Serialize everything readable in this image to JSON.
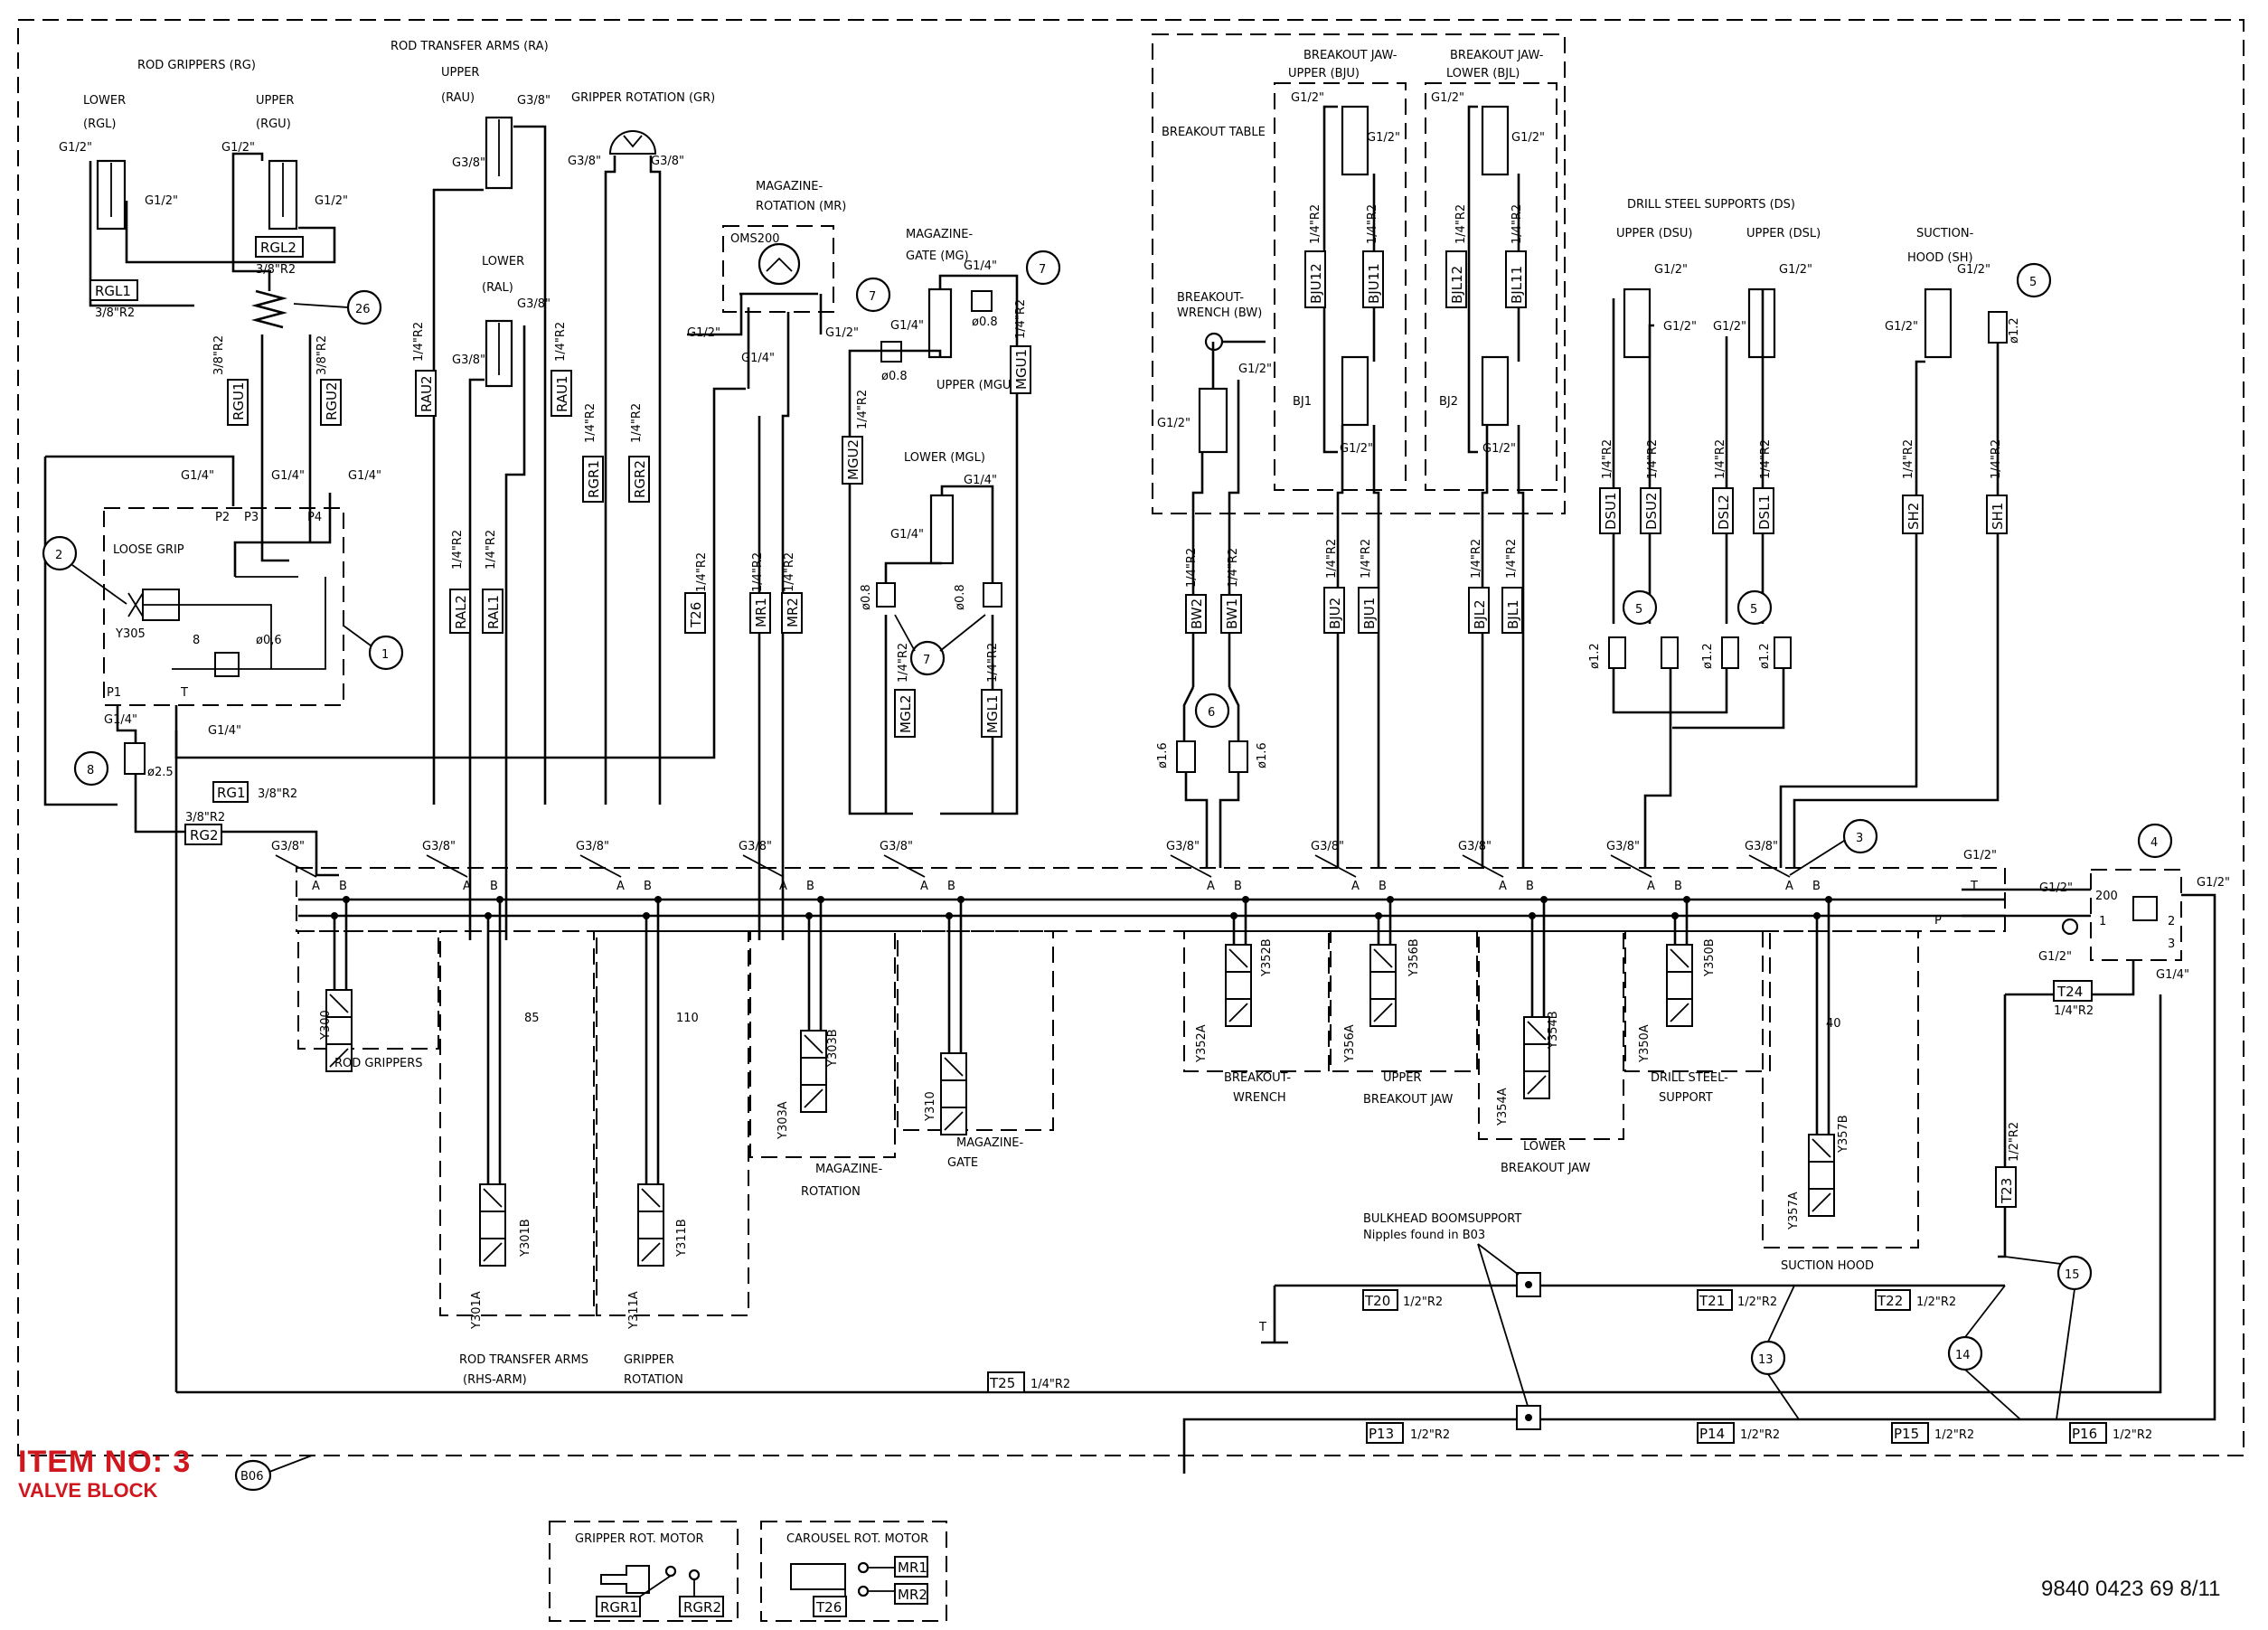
{
  "item": {
    "number": "ITEM NO: 3",
    "name": "VALVE BLOCK",
    "ref": "B06"
  },
  "document_number": "9840 0423 69 8/11",
  "sections": {
    "rod_grippers": "ROD GRIPPERS (RG)",
    "rod_gripper_lower": "LOWER",
    "rod_gripper_lower_code": "(RGL)",
    "rod_gripper_upper": "UPPER",
    "rod_gripper_upper_code": "(RGU)",
    "rod_transfer_arms": "ROD TRANSFER ARMS (RA)",
    "rta_upper": "UPPER",
    "rta_upper_code": "(RAU)",
    "rta_lower": "LOWER",
    "rta_lower_code": "(RAL)",
    "gripper_rotation": "GRIPPER ROTATION (GR)",
    "magazine_rotation_1": "MAGAZINE-",
    "magazine_rotation_2": "ROTATION (MR)",
    "magazine_gate_1": "MAGAZINE-",
    "magazine_gate_2": "GATE (MG)",
    "upper_mgu": "UPPER (MGU)",
    "lower_mgl": "LOWER (MGL)",
    "breakout_table": "BREAKOUT TABLE",
    "breakout_wrench_1": "BREAKOUT-",
    "breakout_wrench_2": "WRENCH (BW)",
    "bj_upper_1": "BREAKOUT JAW-",
    "bj_upper_2": "UPPER (BJU)",
    "bj_lower_1": "BREAKOUT JAW-",
    "bj_lower_2": "LOWER (BJL)",
    "bj1": "BJ1",
    "bj2": "BJ2",
    "drill_steel_supports": "DRILL STEEL SUPPORTS (DS)",
    "ds_upper": "UPPER (DSU)",
    "ds_lower": "UPPER (DSL)",
    "suction_hood_1": "SUCTION-",
    "suction_hood_2": "HOOD (SH)",
    "loose_grip": "LOOSE GRIP",
    "oms200": "OMS200"
  },
  "valve_sections": {
    "rod_grippers": "ROD GRIPPERS",
    "rod_transfer_arms": "ROD TRANSFER ARMS",
    "rod_transfer_arms_code": "(RHS-ARM)",
    "gripper_rotation_1": "GRIPPER",
    "gripper_rotation_2": "ROTATION",
    "magazine_rotation_1": "MAGAZINE-",
    "magazine_rotation_2": "ROTATION",
    "magazine_gate_1": "MAGAZINE-",
    "magazine_gate_2": "GATE",
    "breakout_wrench_1": "BREAKOUT-",
    "breakout_wrench_2": "WRENCH",
    "upper_breakout_jaw_1": "UPPER",
    "upper_breakout_jaw_2": "BREAKOUT JAW",
    "lower_breakout_jaw_1": "LOWER",
    "lower_breakout_jaw_2": "BREAKOUT JAW",
    "drill_steel_support_1": "DRILL STEEL-",
    "drill_steel_support_2": "SUPPORT",
    "suction_hood": "SUCTION HOOD",
    "bulkhead_1": "BULKHEAD BOOMSUPPORT",
    "bulkhead_2": "Nipples found in B03"
  },
  "solenoids": {
    "y300": "Y300",
    "y301a": "Y301A",
    "y301b": "Y301B",
    "y311a": "Y311A",
    "y311b": "Y311B",
    "y303a": "Y303A",
    "y303b": "Y303B",
    "y310": "Y310",
    "y352a": "Y352A",
    "y352b": "Y352B",
    "y356a": "Y356A",
    "y356b": "Y356B",
    "y354a": "Y354A",
    "y354b": "Y354B",
    "y350a": "Y350A",
    "y350b": "Y350B",
    "y357a": "Y357A",
    "y357b": "Y357B",
    "y305": "Y305"
  },
  "settings": {
    "s85": "85",
    "s110": "110",
    "s40": "40",
    "s8": "8",
    "s200": "200",
    "s06": "ø0,6"
  },
  "ports": {
    "g12": "G1/2\"",
    "g14": "G1/4\"",
    "g38": "G3/8\"",
    "g_14": "G 1/4\"",
    "A": "A",
    "B": "B",
    "T": "T",
    "P": "P",
    "P1": "P1",
    "P2": "P2",
    "P3": "P3",
    "P4": "P4",
    "one": "1",
    "two": "2",
    "three": "3"
  },
  "orifices": {
    "o08": "ø0.8",
    "o12": "ø1.2",
    "o16": "ø1.6",
    "o25": "ø2.5"
  },
  "hoses": {
    "RGL1": "RGL1",
    "RGL2": "RGL2",
    "RGU1": "RGU1",
    "RGU2": "RGU2",
    "RG1": "RG1",
    "RG2": "RG2",
    "r38": "3/8\"R2",
    "r14": "1/4\"R2",
    "r12": "1/2\"R2",
    "RAU2": "RAU2",
    "RAU1": "RAU1",
    "RAL2": "RAL2",
    "RAL1": "RAL1",
    "RGR1": "RGR1",
    "RGR2": "RGR2",
    "T26": "T26",
    "MR1": "MR1",
    "MR2": "MR2",
    "MGU2": "MGU2",
    "MGU1": "MGU1",
    "MGL2": "MGL2",
    "MGL1": "MGL1",
    "BW2": "BW2",
    "BW1": "BW1",
    "BJU2": "BJU2",
    "BJU1": "BJU1",
    "BJUI2": "BJU12",
    "BJUI1": "BJU11",
    "BJLI2": "BJL12",
    "BJLI1": "BJL11",
    "BJL2": "BJL2",
    "BJL1": "BJL1",
    "DSU1": "DSU1",
    "DSU2": "DSU2",
    "DSL2": "DSL2",
    "DSL1": "DSL1",
    "SH2": "SH2",
    "SH1": "SH1",
    "T24": "T24",
    "T23": "T23",
    "T20": "T20",
    "T21": "T21",
    "T22": "T22",
    "T25": "T25",
    "P13": "P13",
    "P14": "P14",
    "P15": "P15",
    "P16": "P16"
  },
  "balloons": {
    "b1": "1",
    "b2": "2",
    "b3": "3",
    "b4": "4",
    "b5": "5",
    "b6": "6",
    "b7": "7",
    "b8": "8",
    "b13": "13",
    "b14": "14",
    "b15": "15",
    "b26": "26"
  },
  "motors": {
    "gripper": "GRIPPER ROT. MOTOR",
    "carousel": "CAROUSEL ROT. MOTOR",
    "rgr1": "RGR1",
    "rgr2": "RGR2",
    "mr1": "MR1",
    "mr2": "MR2",
    "t26": "T26"
  }
}
